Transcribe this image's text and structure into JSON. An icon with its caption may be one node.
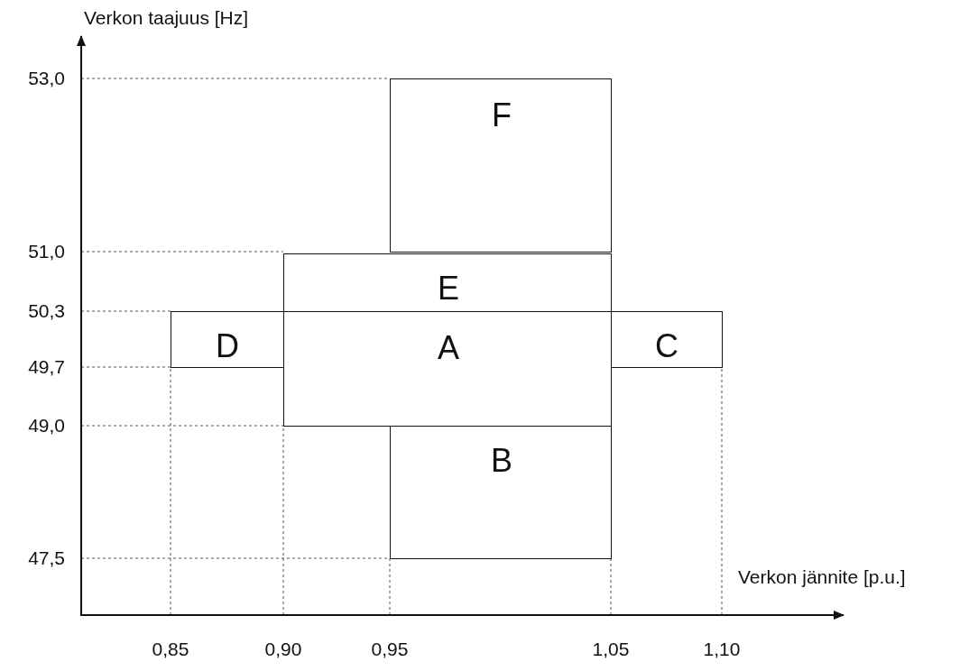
{
  "diagram": {
    "nodes": [
      {
        "text": [
          "F"
        ]
      },
      {
        "text": [
          "E"
        ]
      },
      {
        "text": [
          "D"
        ]
      },
      {
        "text": [
          "A"
        ]
      },
      {
        "text": [
          "C"
        ]
      },
      {
        "text": [
          "B"
        ]
      }
    ],
    "labels": [
      "Verkon taajuus [Hz]",
      "53,0",
      "51,0",
      "50,3",
      "49,7",
      "49,0",
      "47,5",
      "Verkon jännite [p.u.]",
      "0,85",
      "0,90",
      "0,95",
      "1,05",
      "1,10"
    ]
  }
}
